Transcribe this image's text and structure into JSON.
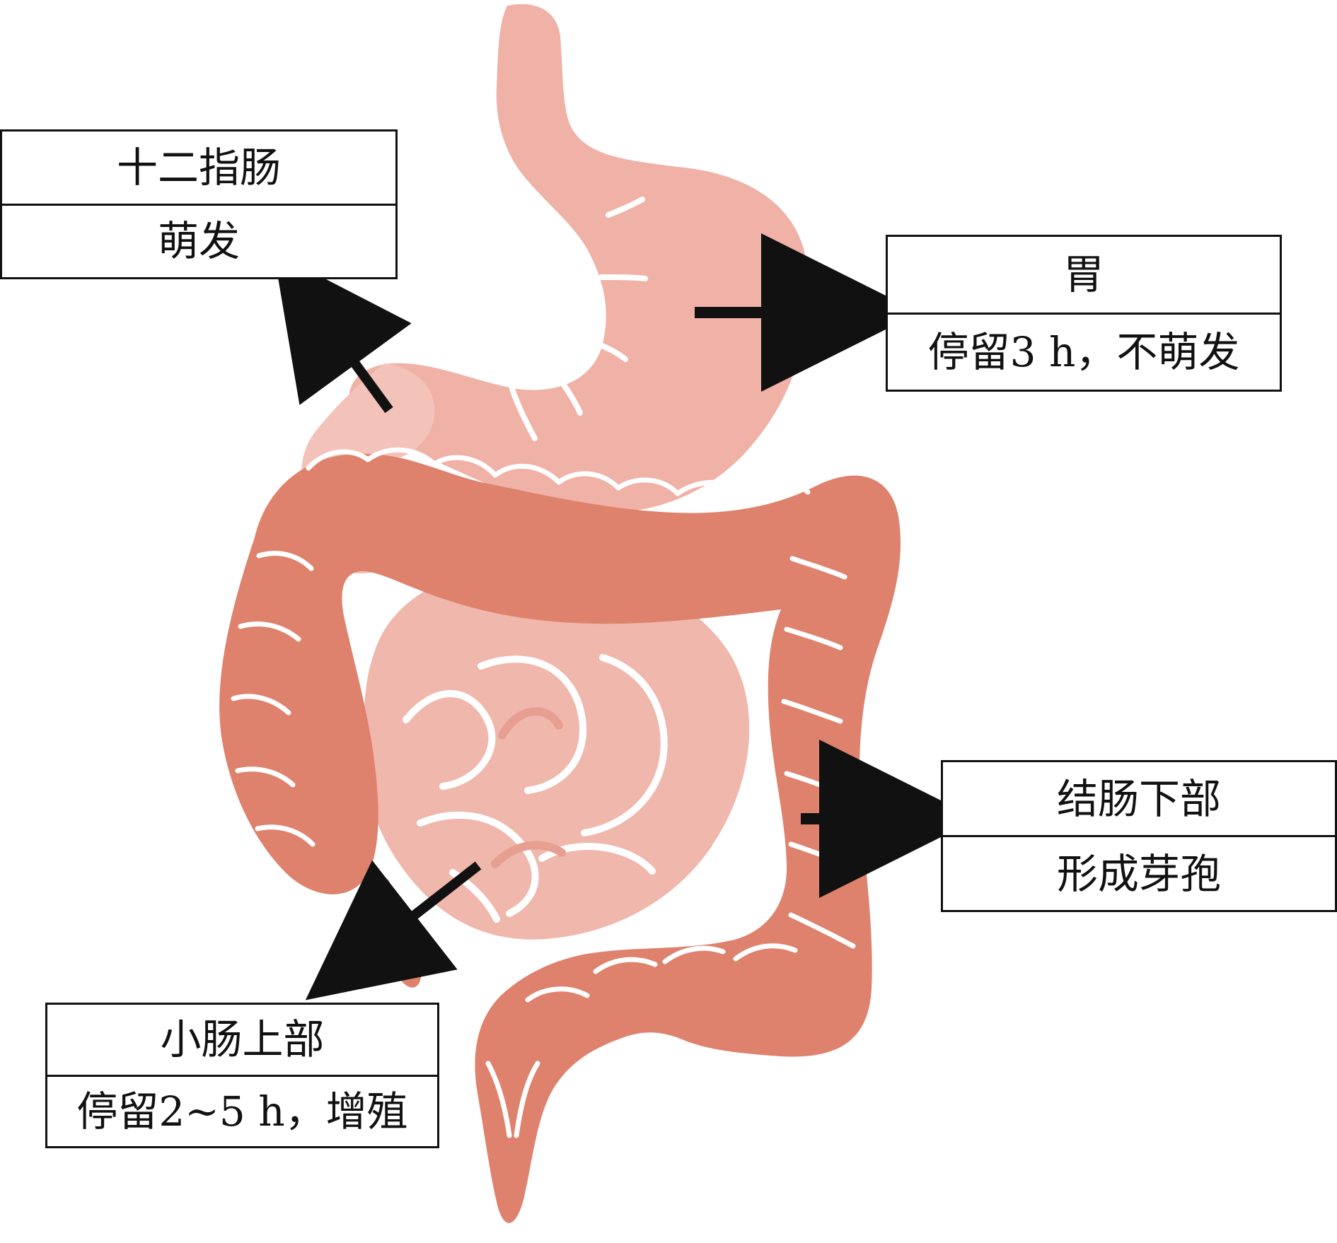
{
  "colors": {
    "stomach": "#f0b1a6",
    "duodenum": "#f3c3ba",
    "colon": "#df826d",
    "small_intestine": "#f0b7ac",
    "small_intestine_fold": "#e79f91",
    "background": "#ffffff",
    "line": "#111111"
  },
  "labels": {
    "duodenum": {
      "title": "十二指肠",
      "desc": "萌发"
    },
    "stomach": {
      "title": "胃",
      "desc": "停留3 h，不萌发"
    },
    "colon_lower": {
      "title": "结肠下部",
      "desc": "形成芽孢"
    },
    "small_intestine_upper": {
      "title": "小肠上部",
      "desc": "停留2~5 h，增殖"
    }
  }
}
